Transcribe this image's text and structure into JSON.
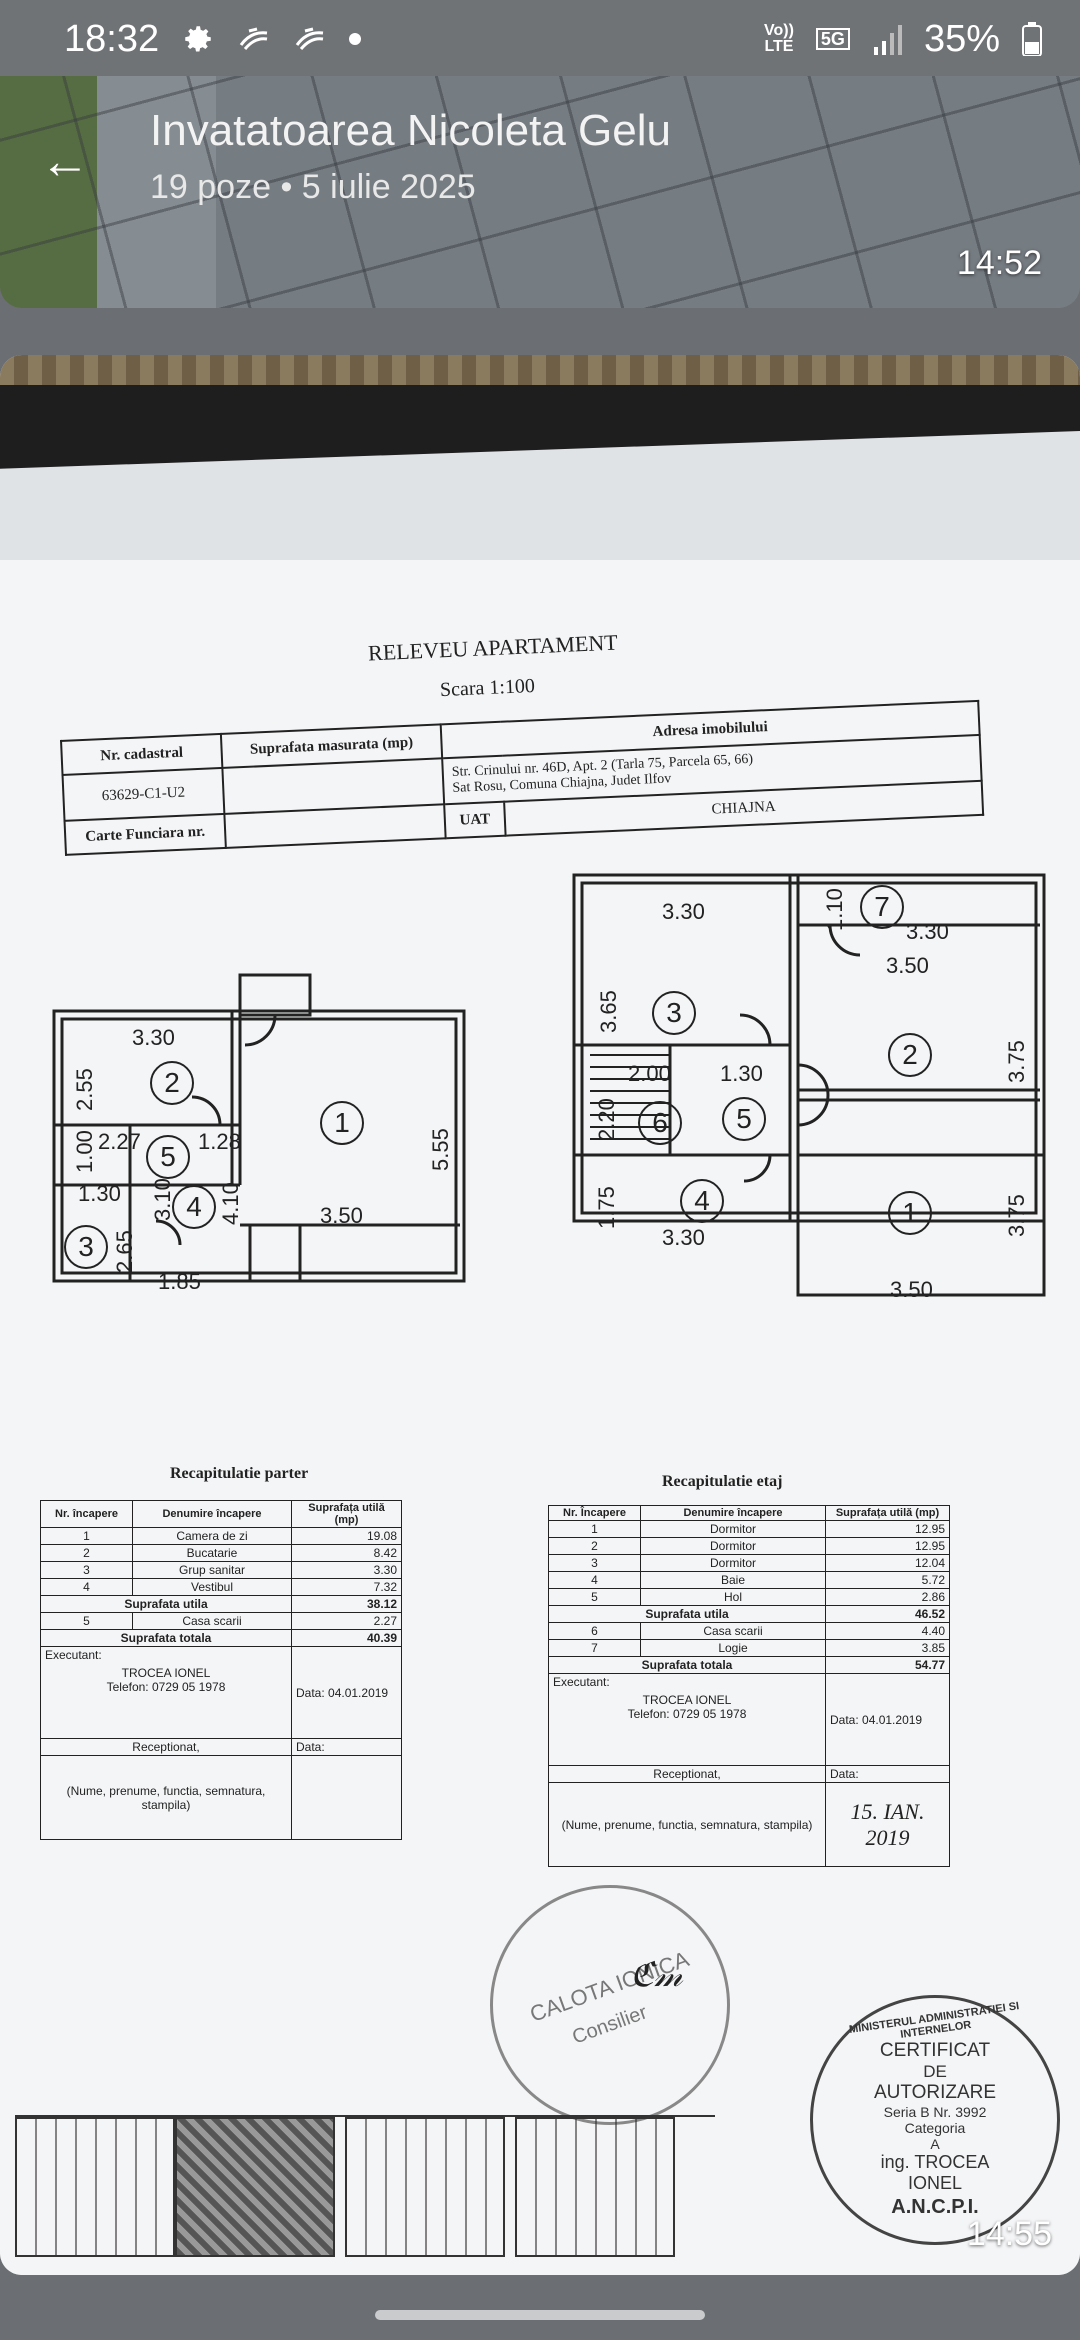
{
  "status_bar": {
    "time": "18:32",
    "network_top": "Vo))",
    "network_bottom": "LTE",
    "gen_label": "5G",
    "battery": "35%"
  },
  "album": {
    "title": "Invatatoarea Nicoleta Gelu",
    "subtitle": "19 poze  •  5 iulie 2025",
    "time": "14:52"
  },
  "photo": {
    "time": "14:55",
    "document": {
      "title": "RELEVEU APARTAMENT",
      "scale": "Scara 1:100",
      "table": {
        "h_cadastral": "Nr. cadastral",
        "h_surface": "Suprafata masurata (mp)",
        "h_address": "Adresa imobilului",
        "cadastral_value": "63629-C1-U2",
        "address_line1": "Str. Crinului nr. 46D, Apt. 2 (Tarla 75, Parcela 65, 66)",
        "address_line2": "Sat Rosu, Comuna Chiajna, Judet Ilfov",
        "carte_funciara": "Carte Funciara nr.",
        "uat_label": "UAT",
        "uat_value": "CHIAJNA"
      },
      "plan_parter": {
        "dims": [
          "3.30",
          "2.55",
          "2.27",
          "1.28",
          "1.00",
          "1.30",
          "3.10",
          "4.10",
          "5.55",
          "3.50",
          "2.65",
          "1.85"
        ],
        "rooms": [
          "1",
          "2",
          "3",
          "4",
          "5"
        ]
      },
      "plan_etaj": {
        "dims": [
          "3.30",
          "1.10",
          "3.30",
          "3.50",
          "3.65",
          "3.75",
          "2.00",
          "1.30",
          "2.20",
          "1.75",
          "3.30",
          "3.75",
          "3.50"
        ],
        "rooms": [
          "1",
          "2",
          "3",
          "4",
          "5",
          "6",
          "7"
        ]
      },
      "recap_parter": {
        "title": "Recapitulatie parter",
        "h_nr": "Nr. încapere",
        "h_name": "Denumire încapere",
        "h_surface": "Suprafața utilă (mp)",
        "rows": [
          {
            "nr": "1",
            "name": "Camera de zi",
            "value": "19.08"
          },
          {
            "nr": "2",
            "name": "Bucatarie",
            "value": "8.42"
          },
          {
            "nr": "3",
            "name": "Grup sanitar",
            "value": "3.30"
          },
          {
            "nr": "4",
            "name": "Vestibul",
            "value": "7.32"
          }
        ],
        "util_label": "Suprafata utila",
        "util_value": "38.12",
        "extra": {
          "nr": "5",
          "name": "Casa scarii",
          "value": "2.27"
        },
        "total_label": "Suprafata totala",
        "total_value": "40.39",
        "executant_label": "Executant:",
        "executant_name": "TROCEA IONEL",
        "executant_phone": "Telefon: 0729 05 1978",
        "data_label": "Data:",
        "data_value": "04.01.2019",
        "receptionat": "Receptionat,",
        "data_label2": "Data:",
        "sign_note": "(Nume, prenume, functia, semnatura, stampila)"
      },
      "recap_etaj": {
        "title": "Recapitulatie etaj",
        "h_nr": "Nr. Încapere",
        "h_name": "Denumire încapere",
        "h_surface": "Suprafața utilă (mp)",
        "rows": [
          {
            "nr": "1",
            "name": "Dormitor",
            "value": "12.95"
          },
          {
            "nr": "2",
            "name": "Dormitor",
            "value": "12.95"
          },
          {
            "nr": "3",
            "name": "Dormitor",
            "value": "12.04"
          },
          {
            "nr": "4",
            "name": "Baie",
            "value": "5.72"
          },
          {
            "nr": "5",
            "name": "Hol",
            "value": "2.86"
          }
        ],
        "util_label": "Suprafata utila",
        "util_value": "46.52",
        "extra": [
          {
            "nr": "6",
            "name": "Casa scarii",
            "value": "4.40"
          },
          {
            "nr": "7",
            "name": "Logie",
            "value": "3.85"
          }
        ],
        "total_label": "Suprafata totala",
        "total_value": "54.77",
        "executant_label": "Executant:",
        "executant_name": "TROCEA IONEL",
        "executant_phone": "Telefon: 0729 05 1978",
        "data_label": "Data:",
        "data_value": "04.01.2019",
        "receptionat": "Receptionat,",
        "data_label2": "Data:",
        "sign_note": "(Nume, prenume, functia, semnatura, stampila)",
        "handwritten_date": "15. IAN. 2019"
      },
      "stamp_left": {
        "line1": "CALOTA IONICA",
        "line2": "Consilier"
      },
      "stamp_right": {
        "ring": "MINISTERUL ADMINISTRATIEI SI INTERNELOR",
        "line1": "CERTIFICAT",
        "line2": "DE",
        "line3": "AUTORIZARE",
        "line4": "Seria B Nr. 3992",
        "line5": "Categoria",
        "line6": "A",
        "line7": "ing. TROCEA",
        "line8": "IONEL",
        "bottom": "A.N.C.P.I."
      }
    }
  }
}
